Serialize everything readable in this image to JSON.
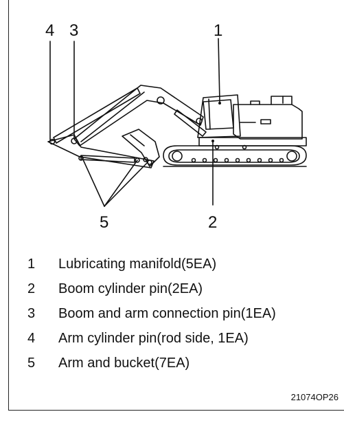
{
  "callouts": {
    "c1": "1",
    "c2": "2",
    "c3": "3",
    "c4": "4",
    "c5": "5"
  },
  "legend": [
    {
      "num": "1",
      "text": "Lubricating manifold(5EA)"
    },
    {
      "num": "2",
      "text": "Boom cylinder pin(2EA)"
    },
    {
      "num": "3",
      "text": "Boom and arm connection pin(1EA)"
    },
    {
      "num": "4",
      "text": "Arm cylinder pin(rod side, 1EA)"
    },
    {
      "num": "5",
      "text": "Arm and bucket(7EA)"
    }
  ],
  "figure_code": "21074OP26"
}
